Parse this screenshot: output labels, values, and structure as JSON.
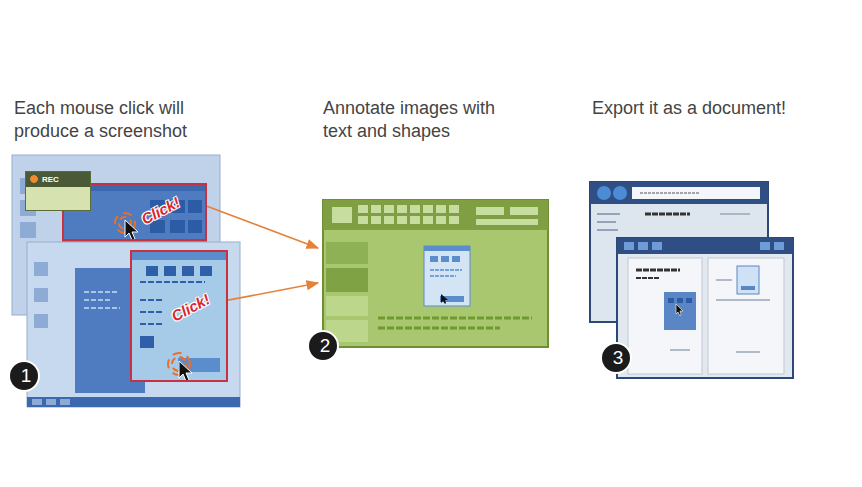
{
  "diagram": {
    "nodes": [
      {
        "text": [
          "Each mouse click will produce a screenshot"
        ]
      },
      {
        "text": [
          "REC"
        ],
        "in": 0
      },
      {
        "text": [
          "Click!"
        ],
        "in": 0
      },
      {
        "text": [
          "Click!"
        ],
        "in": 0
      },
      {
        "text": [
          "1"
        ],
        "in": 0
      },
      {
        "text": [
          "Annotate images with text and shapes"
        ]
      },
      {
        "text": [
          "2"
        ],
        "in": 5
      },
      {
        "text": [
          "Export it as a document!"
        ]
      },
      {
        "text": [
          "3"
        ],
        "in": 7
      }
    ],
    "edges": [
      {
        "from": 2,
        "to": 5,
        "arrow": "to"
      },
      {
        "from": 3,
        "to": 5,
        "arrow": "to"
      }
    ]
  }
}
